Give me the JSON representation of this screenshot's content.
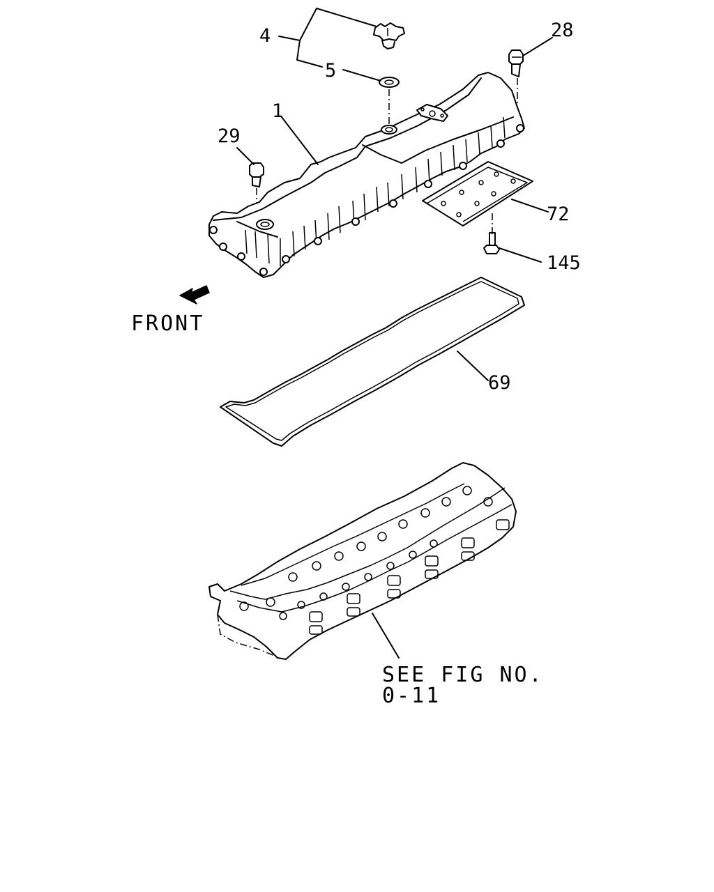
{
  "callouts": {
    "c1": "1",
    "c4": "4",
    "c5": "5",
    "c28": "28",
    "c29": "29",
    "c69": "69",
    "c72": "72",
    "c145": "145"
  },
  "front_label": "FRONT",
  "see_fig": {
    "line1": "SEE FIG NO.",
    "line2": "0-11"
  }
}
